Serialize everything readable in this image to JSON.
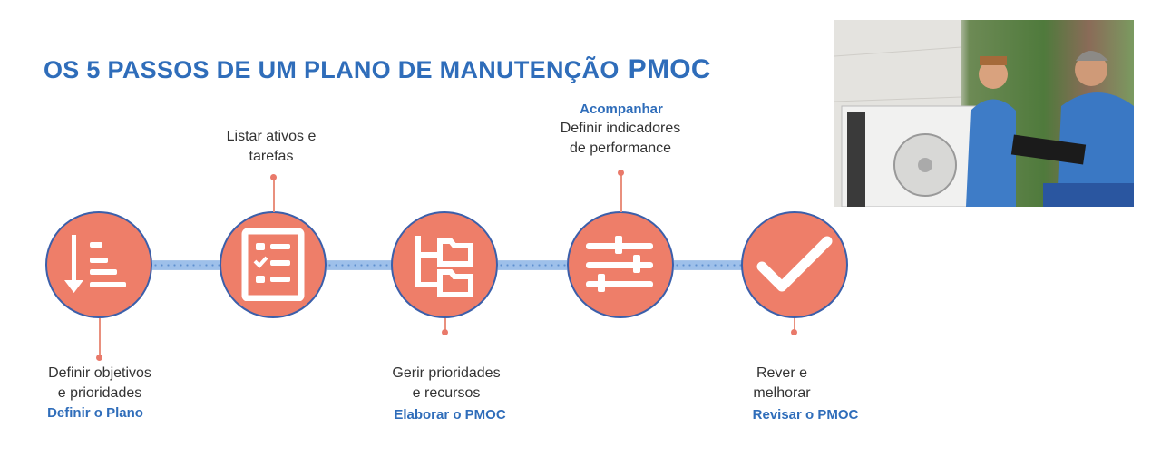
{
  "title": {
    "text": "OS 5 PASSOS DE UM PLANO DE MANUTENÇÃO",
    "brand": "PMOC"
  },
  "colors": {
    "accent": "#2f6dba",
    "circle": "#ee7e69",
    "circle_border": "#3b5faa",
    "connector": "#9ec0ea"
  },
  "steps": [
    {
      "icon": "sort-descending-icon",
      "desc_line1": "Definir objetivos",
      "desc_line2": "e prioridades",
      "step": "Definir o Plano"
    },
    {
      "icon": "checklist-icon",
      "desc_line1": "Listar ativos e",
      "desc_line2": "tarefas"
    },
    {
      "icon": "folder-tree-icon",
      "desc_line1": "Gerir prioridades",
      "desc_line2": "e recursos",
      "step": "Elaborar o PMOC"
    },
    {
      "icon": "sliders-icon",
      "desc_line1": "Definir indicadores",
      "desc_line2": "de performance",
      "step": "Acompanhar"
    },
    {
      "icon": "checkmark-icon",
      "desc_line1": "Rever e",
      "desc_line2": "melhorar",
      "step": "Revisar o PMOC"
    }
  ]
}
